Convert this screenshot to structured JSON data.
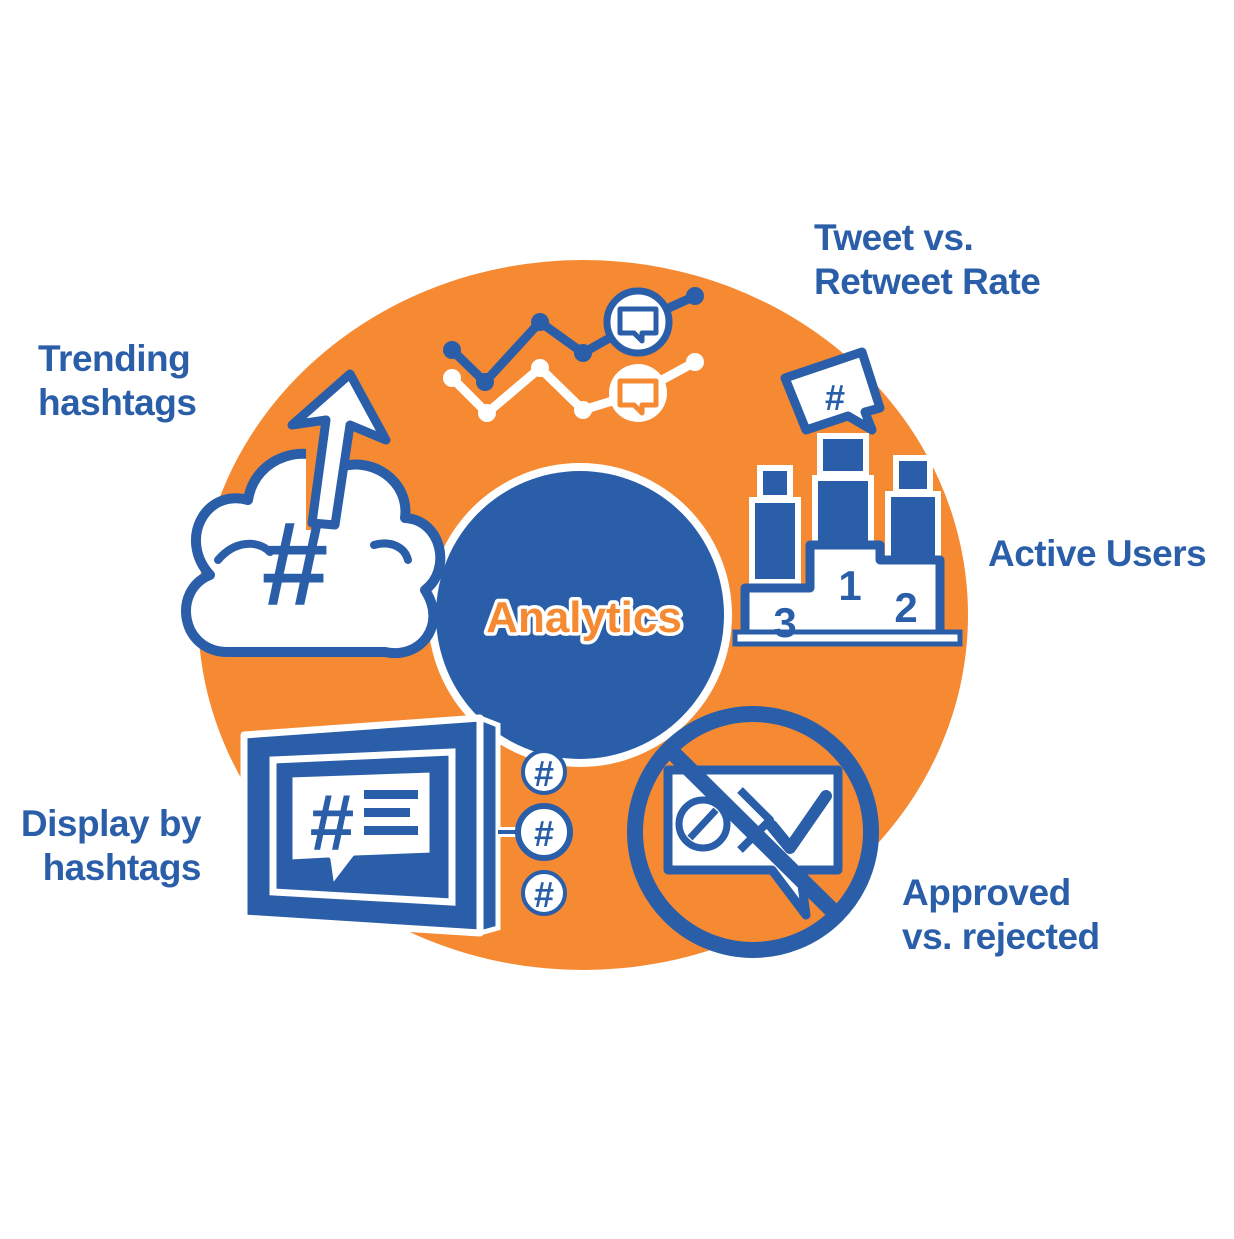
{
  "center": {
    "label": "Analytics"
  },
  "labels": {
    "trending": [
      "Trending",
      "hashtags"
    ],
    "tweet_rate": [
      "Tweet vs.",
      "Retweet Rate"
    ],
    "active_users": [
      "Active Users"
    ],
    "display": [
      "Display by",
      "hashtags"
    ],
    "approved": [
      "Approved",
      "vs. rejected"
    ]
  },
  "icons": {
    "trending": {
      "glyph": "#"
    },
    "podium": {
      "bubble": "#",
      "first": "1",
      "second": "2",
      "third": "3"
    },
    "display": {
      "glyph": "#",
      "hash_1": "#",
      "hash_2": "#",
      "hash_3": "#"
    }
  },
  "colors": {
    "orange": "#f58a33",
    "blue": "#2a5ea8",
    "white": "#ffffff"
  }
}
